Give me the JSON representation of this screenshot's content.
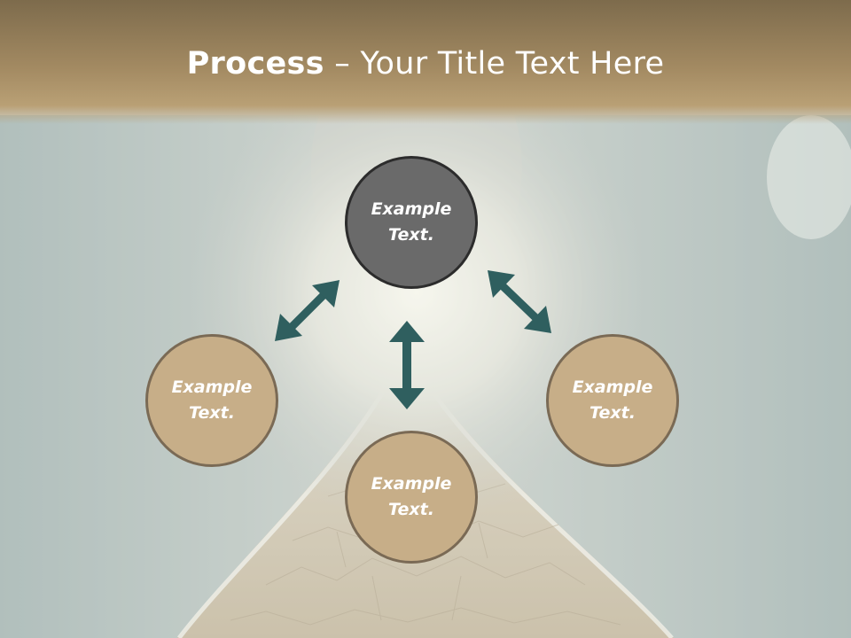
{
  "slide": {
    "title_bold": "Process",
    "title_rest": " – Your Title Text Here"
  },
  "process": {
    "center": {
      "label": "Example Text."
    },
    "left": {
      "label": "Example Text."
    },
    "bottom": {
      "label": "Example Text."
    },
    "right": {
      "label": "Example Text."
    }
  },
  "colors": {
    "title_band": "#a38a62",
    "center_circle": "#6a6a6a",
    "outer_circle": "#c7ae88",
    "arrow": "#2f5f5f"
  },
  "icons": {
    "arrow_left": "double-headed-arrow-icon",
    "arrow_center": "double-headed-arrow-icon",
    "arrow_right": "double-headed-arrow-icon"
  }
}
